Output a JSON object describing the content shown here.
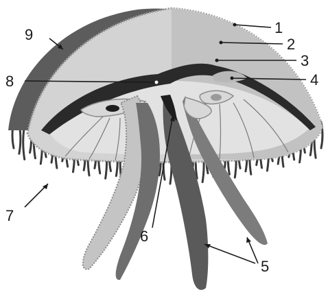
{
  "diagram": {
    "subject": "jellyfish cross-section",
    "callouts": [
      {
        "id": "c1",
        "text": "1"
      },
      {
        "id": "c2",
        "text": "2"
      },
      {
        "id": "c3",
        "text": "3"
      },
      {
        "id": "c4",
        "text": "4"
      },
      {
        "id": "c5",
        "text": "5"
      },
      {
        "id": "c6",
        "text": "6"
      },
      {
        "id": "c7",
        "text": "7"
      },
      {
        "id": "c8",
        "text": "8"
      },
      {
        "id": "c9",
        "text": "9"
      }
    ],
    "colors": {
      "bell_light": "#d3d3d3",
      "bell_mid": "#bdbdbd",
      "bell_dark": "#5c5c5c",
      "cavity": "#2a2a2a",
      "arm": "#6e6e6e",
      "arm_light": "#c4c4c4",
      "tentacle": "#3a3a3a"
    }
  }
}
